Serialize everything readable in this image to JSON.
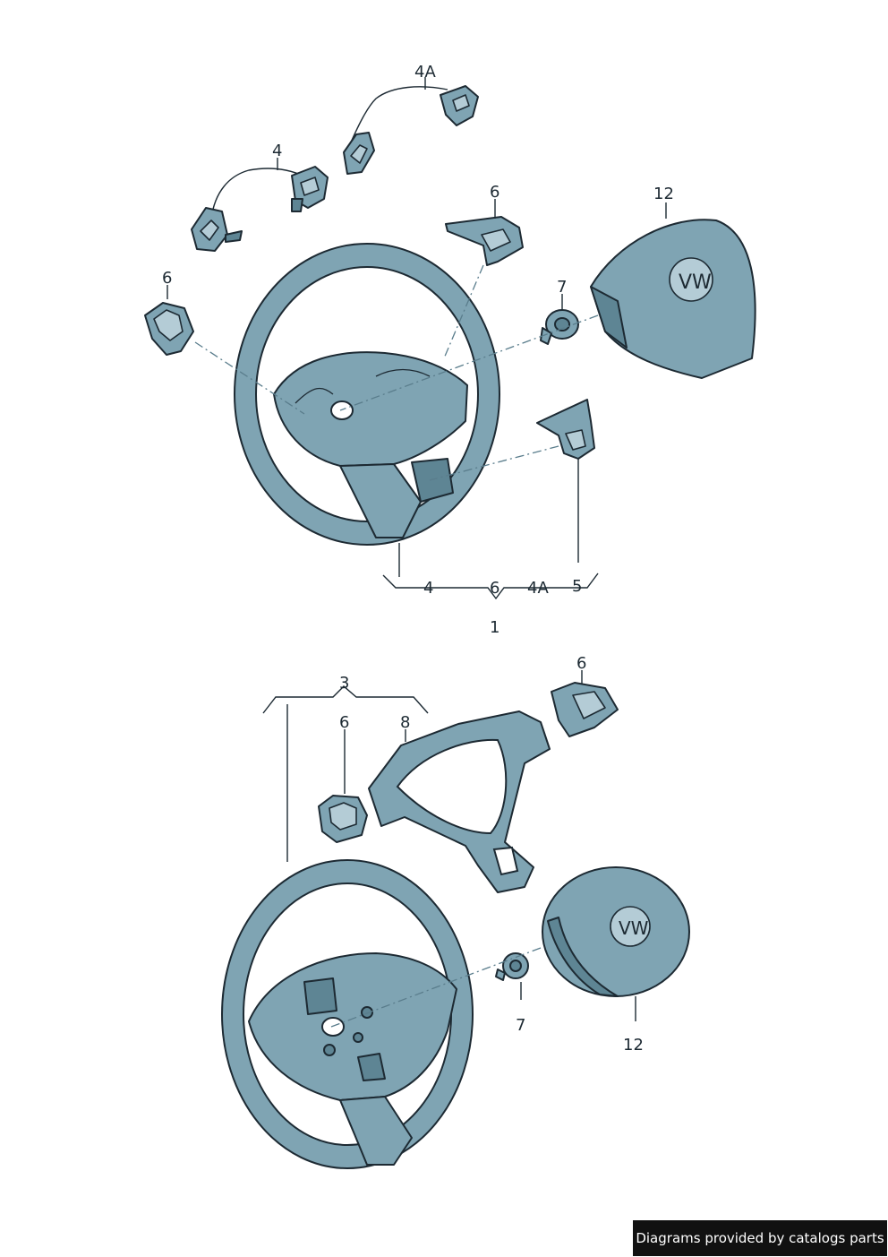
{
  "footer": {
    "credit": "Diagrams provided by catalogs parts"
  },
  "callouts": {
    "top_4a": "4A",
    "top_4": "4",
    "top_6_right": "6",
    "top_12": "12",
    "top_6_left": "6",
    "top_7": "7",
    "bracket_4": "4",
    "bracket_6": "6",
    "bracket_4a": "4A",
    "bracket_5": "5",
    "assembly_1": "1",
    "assembly_3": "3",
    "bottom_6_top": "6",
    "bottom_6_left": "6",
    "bottom_8": "8",
    "bottom_7": "7",
    "bottom_12": "12"
  },
  "colors": {
    "part_fill": "#7fa4b3",
    "outline": "#1d2a33",
    "footer_bg": "#111111"
  }
}
